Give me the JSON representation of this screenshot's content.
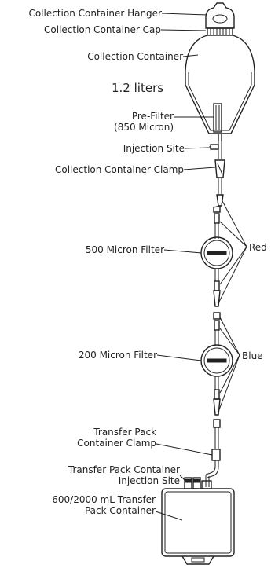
{
  "labels": {
    "hanger": "Collection Container Hanger",
    "cap": "Collection Container Cap",
    "container": "Collection Container",
    "volume": "1.2 liters",
    "prefilter_line1": "Pre-Filter",
    "prefilter_line2": "(850 Micron)",
    "injection_site": "Injection Site",
    "container_clamp": "Collection Container Clamp",
    "filter_500": "500 Micron Filter",
    "red": "Red",
    "filter_200": "200 Micron Filter",
    "blue": "Blue",
    "tp_clamp_line1": "Transfer Pack",
    "tp_clamp_line2": "Container Clamp",
    "tp_inj_line1": "Transfer Pack Container",
    "tp_inj_line2": "Injection Site",
    "tp_container_line1": "600/2000 mL Transfer",
    "tp_container_line2": "Pack Container"
  },
  "icons": {
    "hanger": "hanger-icon",
    "filter": "inline-filter-icon",
    "bag": "transfer-bag-icon"
  },
  "colors": {
    "line": "#222222",
    "background": "#ffffff"
  }
}
